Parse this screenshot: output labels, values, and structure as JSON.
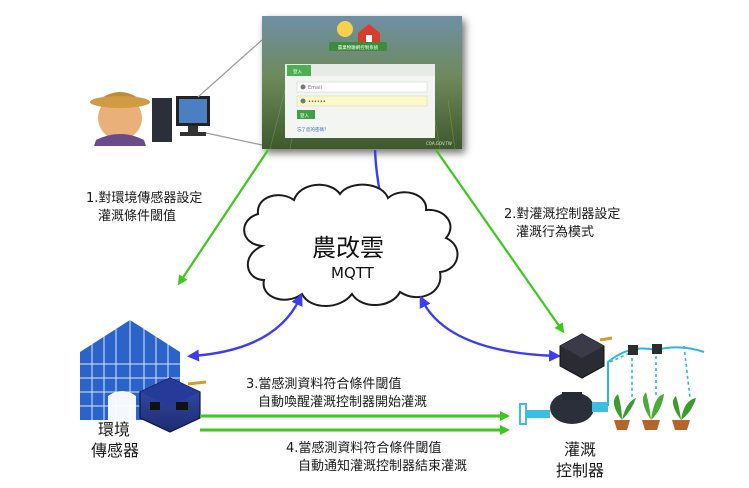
{
  "cloud": {
    "title": "農改雲",
    "subtitle": "MQTT"
  },
  "steps": {
    "step1_line1": "1.對環境傳感器設定",
    "step1_line2": "灌溉條件閾值",
    "step2_line1": "2.對灌溉控制器設定",
    "step2_line2": "灌溉行為模式",
    "step3_line1": "3.當感測資料符合條件閾值",
    "step3_line2": "自動喚醒灌溉控制器開始灌溉",
    "step4_line1": "4.當感測資料符合條件閾值",
    "step4_line2": "自動通知灌溉控制器結束灌溉"
  },
  "nodes": {
    "sensor_line1": "環境",
    "sensor_line2": "傳感器",
    "controller_line1": "灌溉",
    "controller_line2": "控制器"
  },
  "login": {
    "banner": "農業物聯網控制系統",
    "tab": "登入",
    "email_placeholder": "Email",
    "password_value": "••••••",
    "submit": "登入",
    "forgot": "忘了您的密碼？",
    "footer": "COA.GOV.TW"
  },
  "colors": {
    "green_arrow": "#3dc81e",
    "blue_arrow": "#3c3cf0",
    "greenhouse": "#2a63c9"
  }
}
